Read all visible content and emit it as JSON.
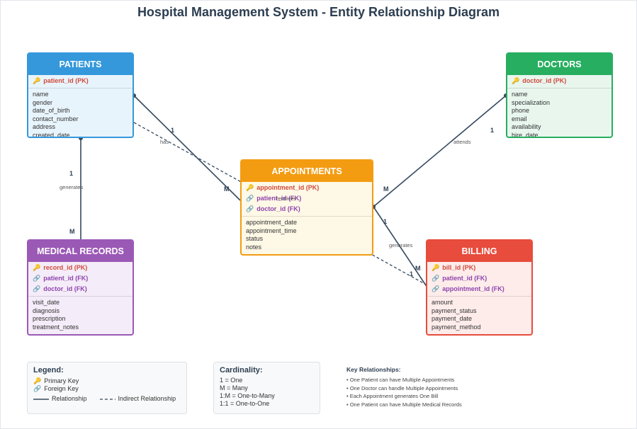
{
  "title": "Hospital Management System - Entity Relationship Diagram",
  "entities": {
    "patients": {
      "name": "PATIENTS",
      "keys": [
        {
          "label": "patient_id (PK)",
          "type": "pk"
        }
      ],
      "attributes": [
        "name",
        "gender",
        "date_of_birth",
        "contact_number",
        "address",
        "created_date"
      ],
      "color": "#3498db",
      "bg": "#e8f4fc"
    },
    "doctors": {
      "name": "DOCTORS",
      "keys": [
        {
          "label": "doctor_id (PK)",
          "type": "pk"
        }
      ],
      "attributes": [
        "name",
        "specialization",
        "phone",
        "email",
        "availability",
        "hire_date"
      ],
      "color": "#27ae60",
      "bg": "#e8f6ee"
    },
    "appointments": {
      "name": "APPOINTMENTS",
      "keys": [
        {
          "label": "appointment_id (PK)",
          "type": "pk"
        },
        {
          "label": "patient_id (FK)",
          "type": "fk"
        },
        {
          "label": "doctor_id (FK)",
          "type": "fk"
        }
      ],
      "attributes": [
        "appointment_date",
        "appointment_time",
        "status",
        "notes"
      ],
      "color": "#f39c12",
      "bg": "#fef8e6"
    },
    "medical_records": {
      "name": "MEDICAL RECORDS",
      "keys": [
        {
          "label": "record_id (PK)",
          "type": "pk"
        },
        {
          "label": "patient_id (FK)",
          "type": "fk"
        },
        {
          "label": "doctor_id (FK)",
          "type": "fk"
        }
      ],
      "attributes": [
        "visit_date",
        "diagnosis",
        "prescription",
        "treatment_notes"
      ],
      "color": "#9b59b6",
      "bg": "#f4ecf8"
    },
    "billing": {
      "name": "BILLING",
      "keys": [
        {
          "label": "bill_id (PK)",
          "type": "pk"
        },
        {
          "label": "patient_id (FK)",
          "type": "fk"
        },
        {
          "label": "appointment_id (FK)",
          "type": "fk"
        }
      ],
      "attributes": [
        "amount",
        "payment_status",
        "payment_date",
        "payment_method"
      ],
      "color": "#e74c3c",
      "bg": "#fdecea"
    }
  },
  "relationships": {
    "patients_appointments": {
      "label": "has",
      "from_card": "1",
      "to_card": "M"
    },
    "patients_billing": {
      "label": "receives",
      "from_card": "1",
      "to_card": "M"
    },
    "patients_records": {
      "label": "generates",
      "from_card": "1",
      "to_card": "M"
    },
    "doctors_appointments": {
      "label": "attends",
      "from_card": "1",
      "to_card": "M"
    },
    "appointments_billing": {
      "label": "generates",
      "from_card": "1",
      "to_card": "1"
    }
  },
  "legend": {
    "title": "Legend:",
    "primary_key": "Primary Key",
    "foreign_key": "Foreign Key",
    "relationship": "Relationship",
    "indirect": "Indirect Relationship"
  },
  "cardinality": {
    "title": "Cardinality:",
    "items": [
      "1 = One",
      "M = Many",
      "1:M = One-to-Many",
      "1:1 = One-to-One"
    ]
  },
  "key_relationships": {
    "title": "Key Relationships:",
    "items": [
      "• One Patient can have Multiple Appointments",
      "• One Doctor can handle Multiple Appointments",
      "• Each Appointment generates One Bill",
      "• One Patient can have Multiple Medical Records"
    ]
  },
  "icons": {
    "pk": "key-icon",
    "fk": "link-icon"
  }
}
